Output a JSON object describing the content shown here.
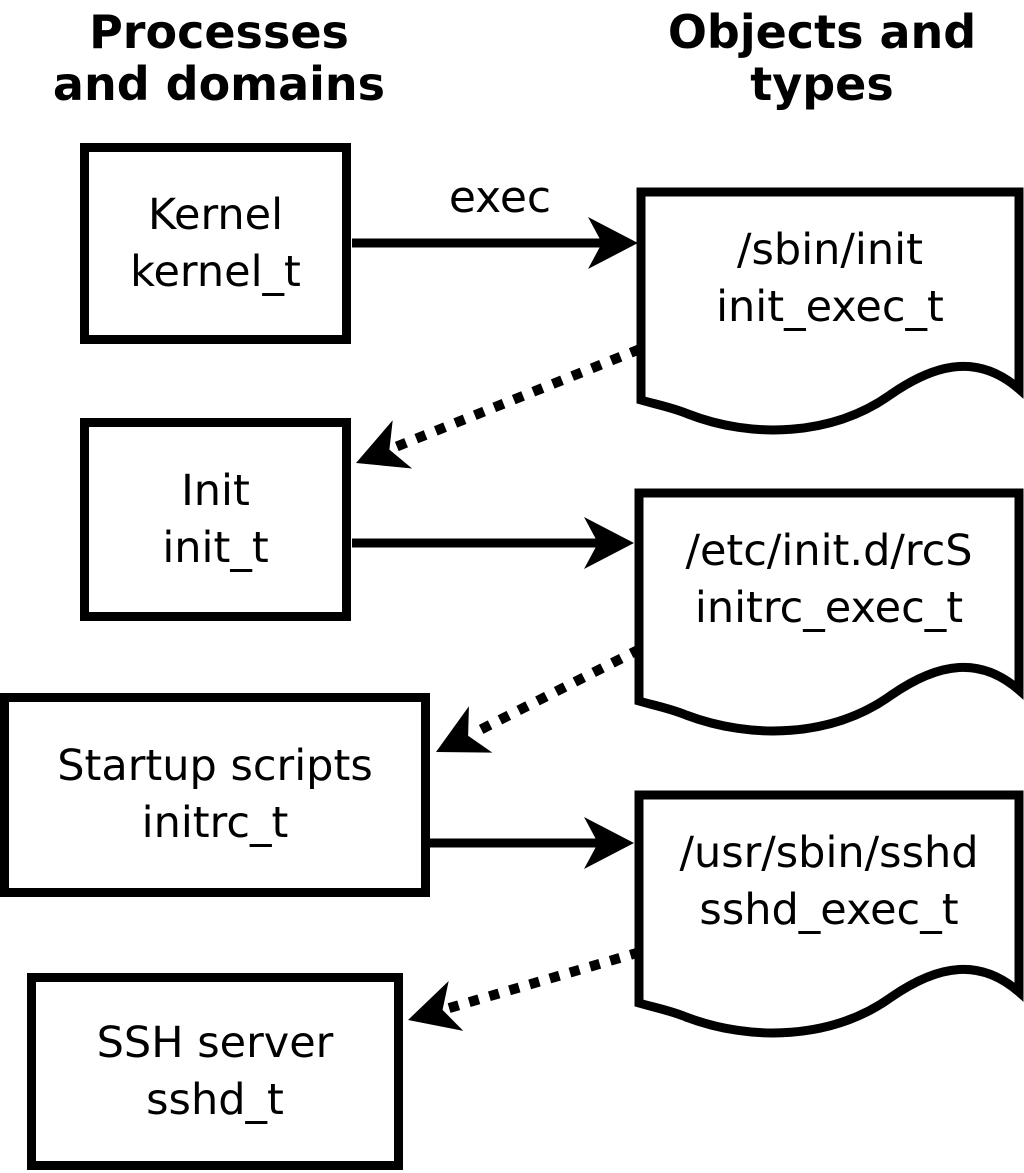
{
  "headers": {
    "left": [
      "Processes",
      "and domains"
    ],
    "right": [
      "Objects and",
      "types"
    ]
  },
  "processes": [
    {
      "name": "Kernel",
      "type": "kernel_t"
    },
    {
      "name": "Init",
      "type": "init_t"
    },
    {
      "name": "Startup scripts",
      "type": "initrc_t"
    },
    {
      "name": "SSH server",
      "type": "sshd_t"
    }
  ],
  "objects": [
    {
      "path": "/sbin/init",
      "type": "init_exec_t"
    },
    {
      "path": "/etc/init.d/rcS",
      "type": "initrc_exec_t"
    },
    {
      "path": "/usr/sbin/sshd",
      "type": "sshd_exec_t"
    }
  ],
  "edge_label": "exec",
  "edges": [
    {
      "from": "kernel_t",
      "to": "/sbin/init",
      "style": "solid",
      "label": "exec"
    },
    {
      "from": "/sbin/init",
      "to": "init_t",
      "style": "dotted",
      "label": ""
    },
    {
      "from": "init_t",
      "to": "/etc/init.d/rcS",
      "style": "solid",
      "label": ""
    },
    {
      "from": "/etc/init.d/rcS",
      "to": "initrc_t",
      "style": "dotted",
      "label": ""
    },
    {
      "from": "initrc_t",
      "to": "/usr/sbin/sshd",
      "style": "solid",
      "label": ""
    },
    {
      "from": "/usr/sbin/sshd",
      "to": "sshd_t",
      "style": "dotted",
      "label": ""
    }
  ],
  "colors": {
    "line": "#000000",
    "background": "#ffffff",
    "text": "#000000"
  }
}
